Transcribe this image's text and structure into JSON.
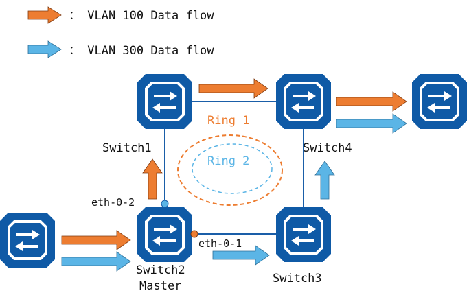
{
  "legend": {
    "vlan100": {
      "text": "： VLAN 100 Data flow",
      "color": "#ED7D31"
    },
    "vlan300": {
      "text": "： VLAN 300 Data flow",
      "color": "#5BB5E6"
    }
  },
  "rings": {
    "ring1": {
      "label": "Ring 1",
      "color": "#ED7D31"
    },
    "ring2": {
      "label": "Ring 2",
      "color": "#5BB5E6"
    }
  },
  "switches": {
    "switch1": {
      "label": "Switch1"
    },
    "switch2": {
      "label": "Switch2",
      "role": "Master"
    },
    "switch3": {
      "label": "Switch3"
    },
    "switch4": {
      "label": "Switch4"
    }
  },
  "ports": {
    "port_a": "eth-0-2",
    "port_b": "eth-0-1"
  },
  "colors": {
    "switch_fill": "#0F5AA6",
    "link": "#1A5EA8",
    "vlan100": "#ED7D31",
    "vlan300": "#5BB5E6"
  },
  "icons": {
    "switch": "switch-icon",
    "arrow": "arrow-icon"
  }
}
